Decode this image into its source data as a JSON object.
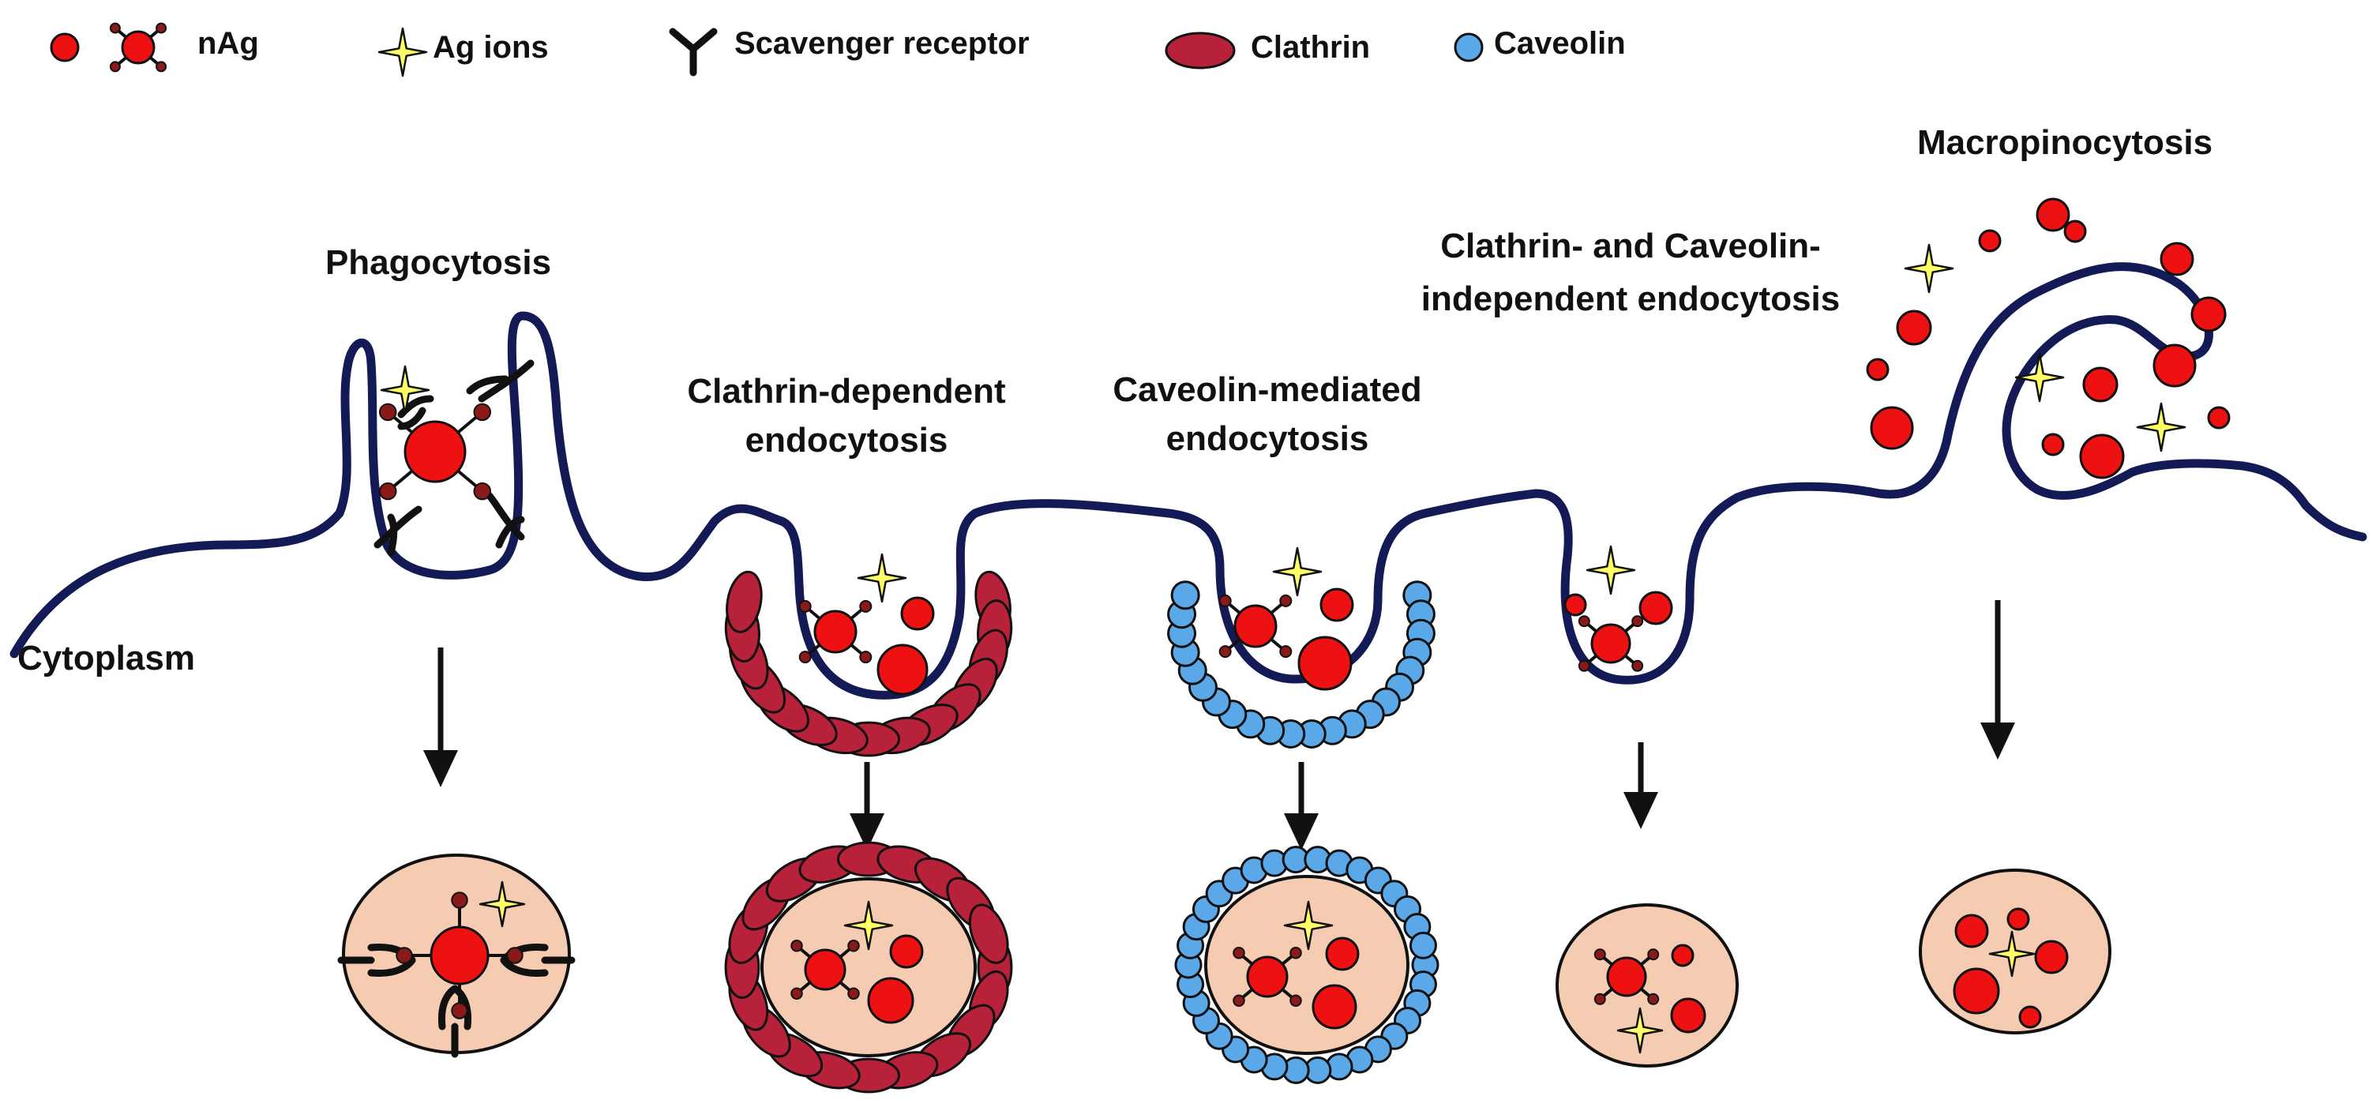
{
  "legend": {
    "nag": "nAg",
    "ag_ions": "Ag ions",
    "scavenger_receptor": "Scavenger receptor",
    "clathrin": "Clathrin",
    "caveolin": "Caveolin"
  },
  "labels": {
    "cytoplasm": "Cytoplasm",
    "phagocytosis": "Phagocytosis",
    "clathrin_dependent": [
      "Clathrin-dependent",
      "endocytosis"
    ],
    "caveolin_mediated": [
      "Caveolin-mediated",
      "endocytosis"
    ],
    "independent": [
      "Clathrin- and Caveolin-",
      "independent endocytosis"
    ],
    "macropinocytosis": "Macropinocytosis"
  },
  "colors": {
    "membrane": "#141a55",
    "nanoparticle": "#ee1111",
    "ligand": "#8a1a1a",
    "ion": "#ffff66",
    "clathrin": "#b8213a",
    "caveolin": "#5aa8e8",
    "vesicle": "#f5cbb1"
  },
  "icons": {
    "nanoparticle": "red-circle",
    "functionalized_nanoparticle": "red-circle-with-ligands",
    "ion": "four-point-star",
    "receptor": "y-shape",
    "clathrin": "red-ellipse",
    "caveolin": "blue-circle"
  }
}
